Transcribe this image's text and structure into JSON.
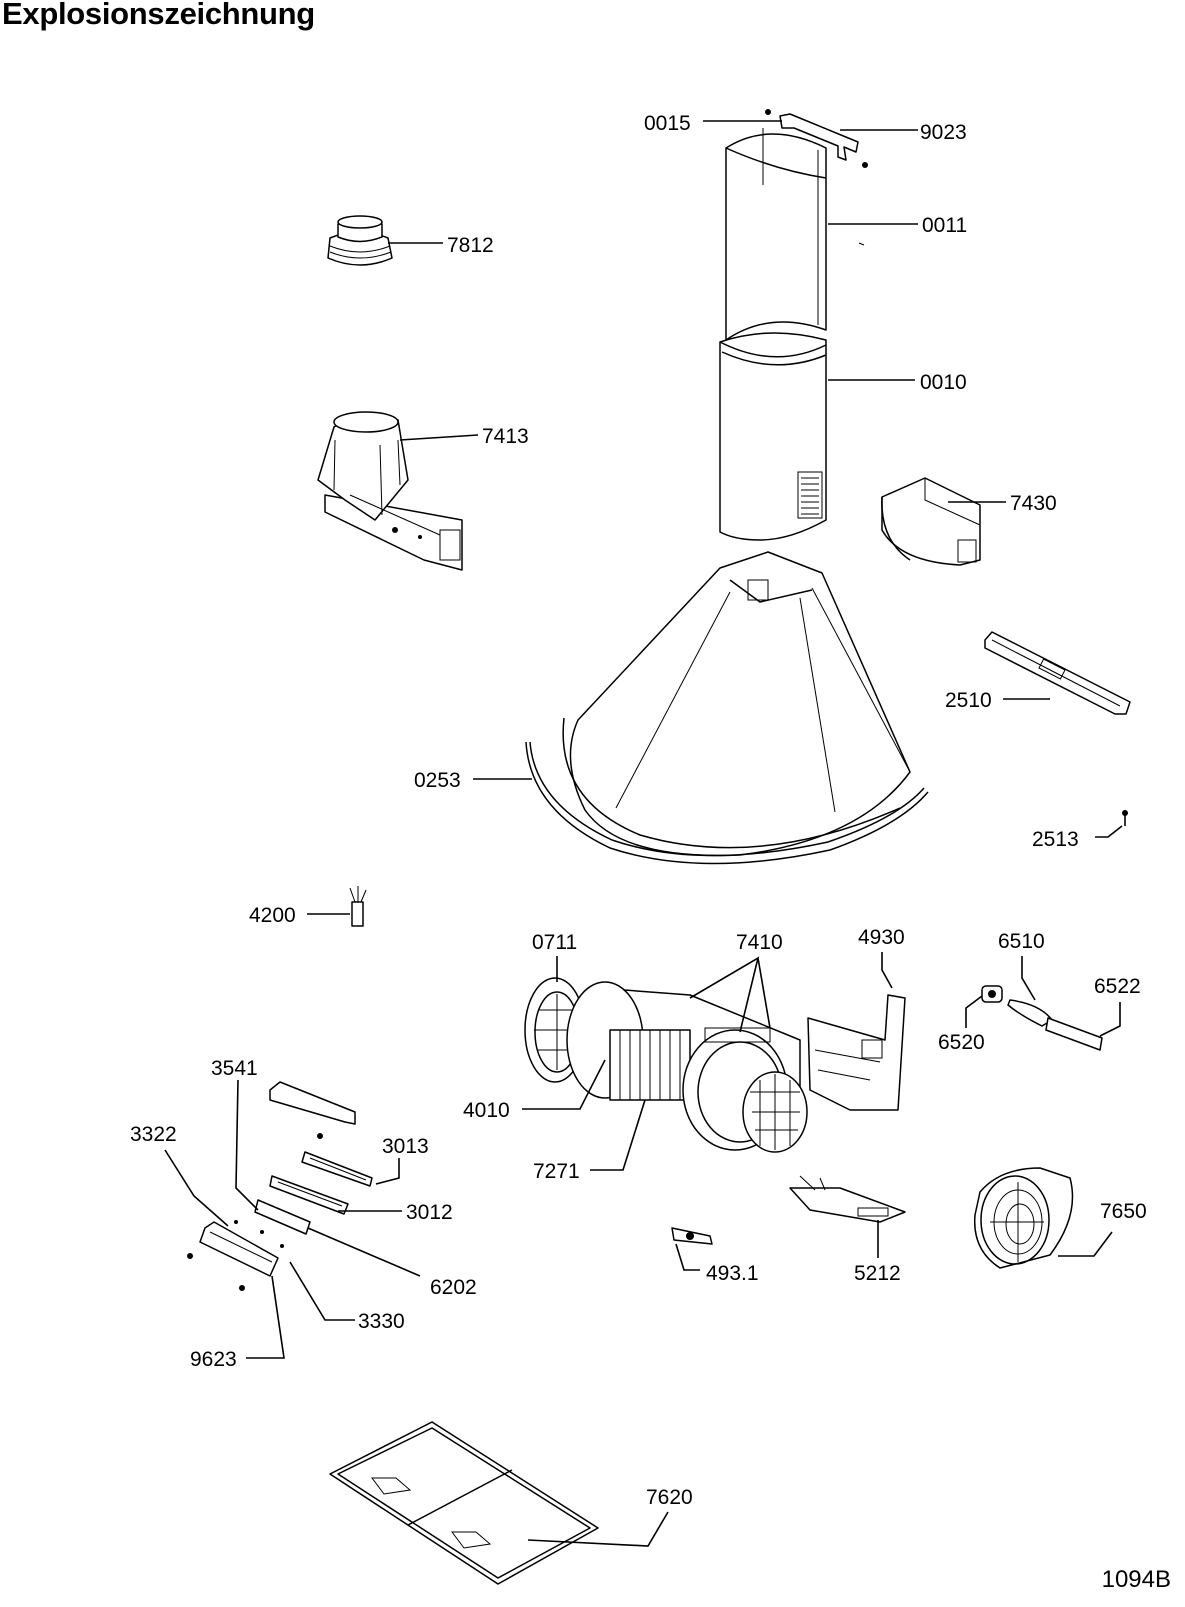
{
  "title": "Explosionszeichnung",
  "document_id": "1094B",
  "part_labels": {
    "p0015": "0015",
    "p9023": "9023",
    "p0011": "0011",
    "p7812": "7812",
    "p0010": "0010",
    "p7413": "7413",
    "p7430": "7430",
    "p2510": "2510",
    "p0253": "0253",
    "p2513": "2513",
    "p4200": "4200",
    "p0711": "0711",
    "p7410": "7410",
    "p4930": "4930",
    "p6510": "6510",
    "p6522": "6522",
    "p6520": "6520",
    "p3541": "3541",
    "p4010": "4010",
    "p3322": "3322",
    "p3013": "3013",
    "p7271": "7271",
    "p3012": "3012",
    "p7650": "7650",
    "p4931": "493.1",
    "p5212": "5212",
    "p6202": "6202",
    "p3330": "3330",
    "p9623": "9623",
    "p7620": "7620"
  }
}
